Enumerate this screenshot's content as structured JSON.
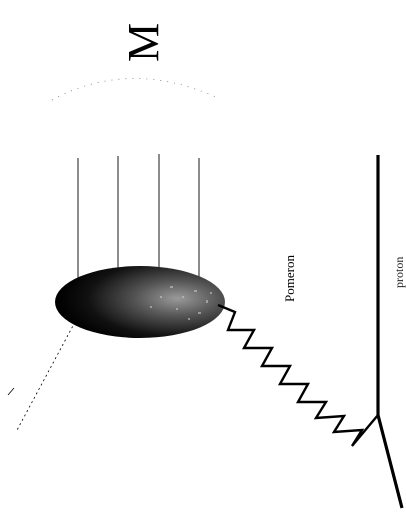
{
  "labels": {
    "mass": "M",
    "exchange": "Pomeron",
    "target": "proton"
  },
  "colors": {
    "ink": "#000000",
    "blob_dark": "#0a0a0a",
    "blob_light": "#8a8a8a",
    "background": "#ffffff"
  }
}
